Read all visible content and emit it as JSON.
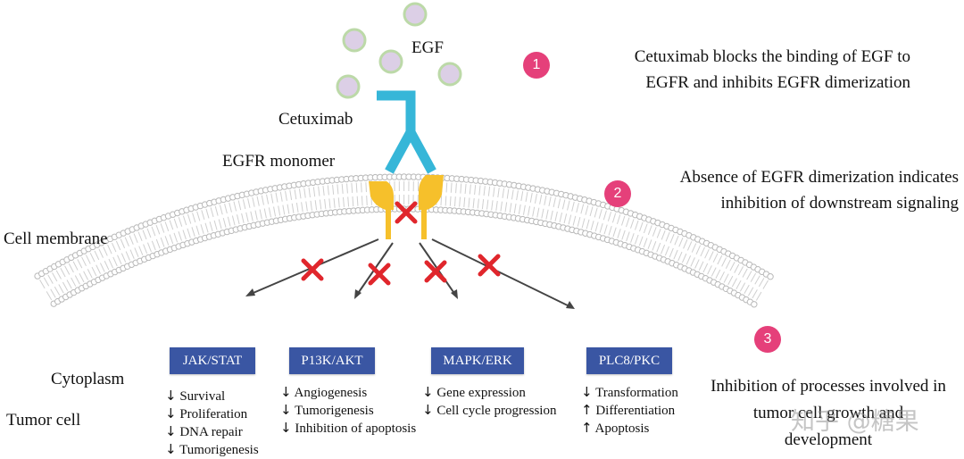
{
  "labels": {
    "egf": "EGF",
    "cetuximab": "Cetuximab",
    "egfr_monomer": "EGFR monomer",
    "cell_membrane": "Cell membrane",
    "cytoplasm": "Cytoplasm",
    "tumor_cell": "Tumor cell"
  },
  "steps": [
    {
      "number": "1",
      "lines": [
        "Cetuximab blocks the binding of EGF to",
        "EGFR and inhibits EGFR dimerization"
      ]
    },
    {
      "number": "2",
      "lines": [
        "Absence of EGFR dimerization indicates",
        "inhibition of downstream signaling"
      ]
    },
    {
      "number": "3",
      "lines": [
        "Inhibition of processes involved in",
        "tumor cell growth and",
        "development"
      ]
    }
  ],
  "pathways": [
    {
      "name": "JAK/STAT",
      "effects": [
        {
          "dir": "↓",
          "text": "Survival"
        },
        {
          "dir": "↓",
          "text": "Proliferation"
        },
        {
          "dir": "↓",
          "text": "DNA repair"
        },
        {
          "dir": "↓",
          "text": "Tumorigenesis"
        }
      ]
    },
    {
      "name": "P13K/AKT",
      "effects": [
        {
          "dir": "↓",
          "text": "Angiogenesis"
        },
        {
          "dir": "↓",
          "text": "Tumorigenesis"
        },
        {
          "dir": "↓",
          "text": "Inhibition of apoptosis"
        }
      ]
    },
    {
      "name": "MAPK/ERK",
      "effects": [
        {
          "dir": "↓",
          "text": "Gene expression"
        },
        {
          "dir": "↓",
          "text": "Cell cycle progression"
        }
      ]
    },
    {
      "name": "PLC8/PKC",
      "effects": [
        {
          "dir": "↓",
          "text": "Transformation"
        },
        {
          "dir": "↑",
          "text": "Differentiation"
        },
        {
          "dir": "↑",
          "text": "Apoptosis"
        }
      ]
    }
  ],
  "watermark": "知乎 @糖果",
  "colors": {
    "step_badge": "#e5407a",
    "pathway_box": "#3a56a3",
    "antibody": "#36b6d8",
    "receptor": "#f6c02b",
    "blocked_x": "#e0262c",
    "egf_ligand": "#dccfe6",
    "egf_ligand_ring": "#bcd9a8",
    "membrane_lipid": "#b9b9b9"
  },
  "icons": {
    "egf": "egf-ligand-icon",
    "cetuximab": "antibody-icon",
    "receptor": "egfr-receptor-icon",
    "blocked": "red-x-icon"
  }
}
